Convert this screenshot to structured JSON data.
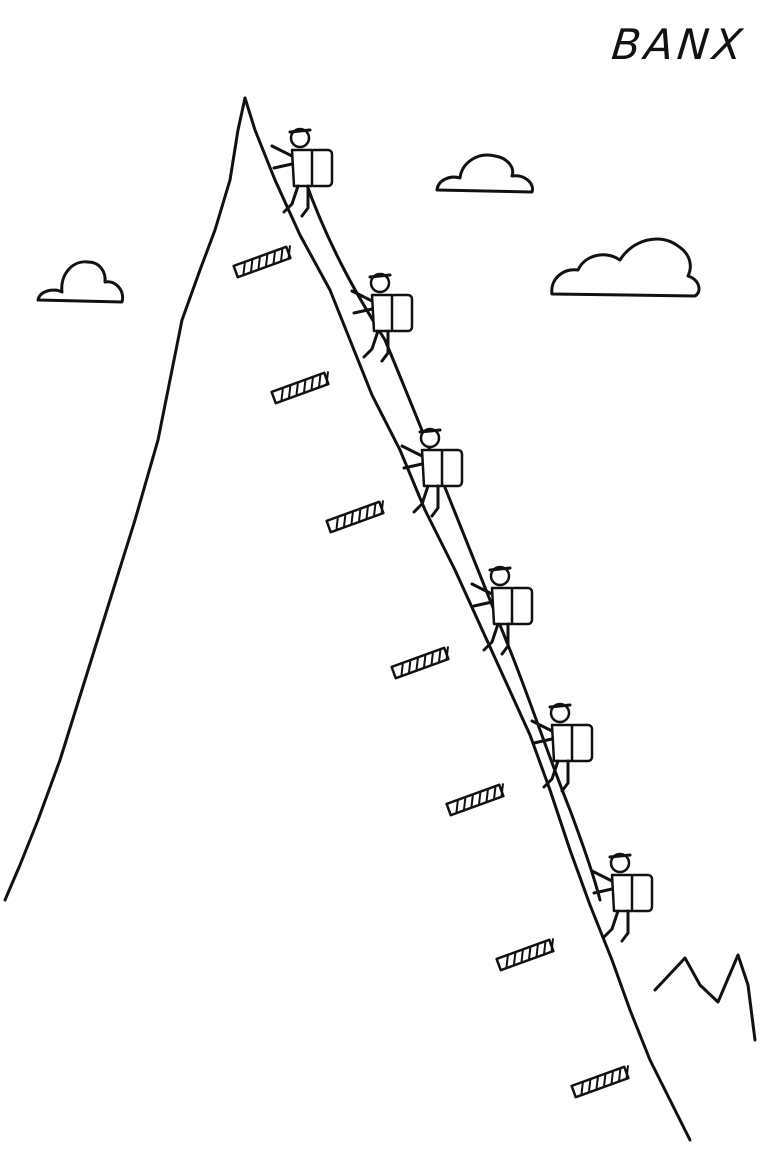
{
  "cartoon": {
    "signature": "BANX",
    "climber_count": 6,
    "ladder_rung_count": 7,
    "cloud_count": 3
  }
}
